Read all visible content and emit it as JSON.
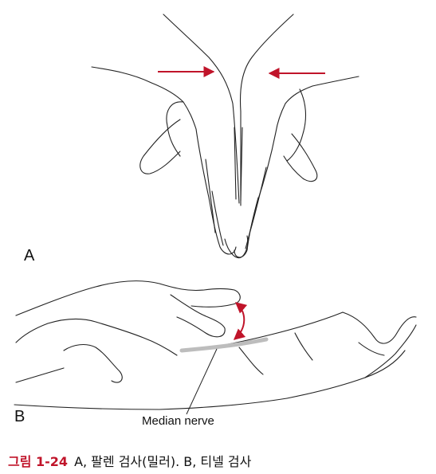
{
  "panels": {
    "a_label": "A",
    "b_label": "B"
  },
  "callout": {
    "median_nerve": "Median nerve"
  },
  "caption": {
    "figure_number": "그림 1-24",
    "text": "A, 팔렌 검사(밀러). B, 티넬 검사"
  },
  "colors": {
    "arrow": "#c0142a",
    "caption_number": "#c0142a",
    "line": "#222222",
    "nerve": "#bdbdbd"
  },
  "icons": {
    "panel_a": "phalen-test-hands-illustration",
    "panel_b": "tinel-test-wrist-tap-illustration"
  }
}
